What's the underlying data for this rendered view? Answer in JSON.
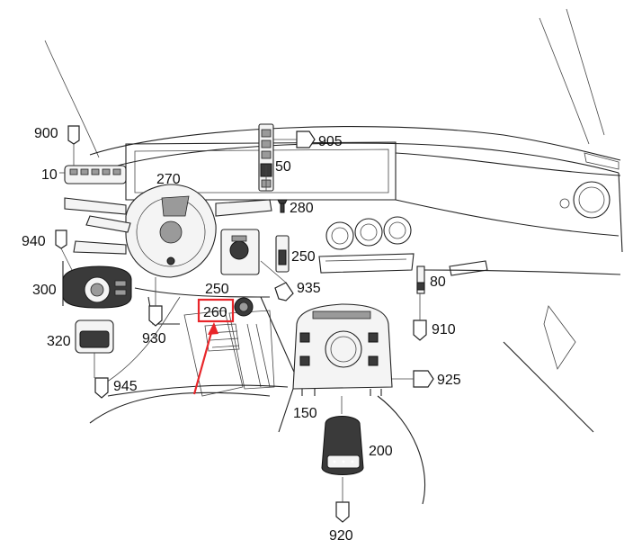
{
  "labels": {
    "l900": "900",
    "l10": "10",
    "l270": "270",
    "l905": "905",
    "l50": "50",
    "l280": "280",
    "l940": "940",
    "l250a": "250",
    "l300": "300",
    "l935": "935",
    "l250b": "250",
    "l80": "80",
    "l260": "260",
    "l930": "930",
    "l910": "910",
    "l320": "320",
    "l945": "945",
    "l925": "925",
    "l150": "150",
    "l200": "200",
    "l920": "920"
  },
  "highlight": {
    "color": "#e8262a"
  }
}
